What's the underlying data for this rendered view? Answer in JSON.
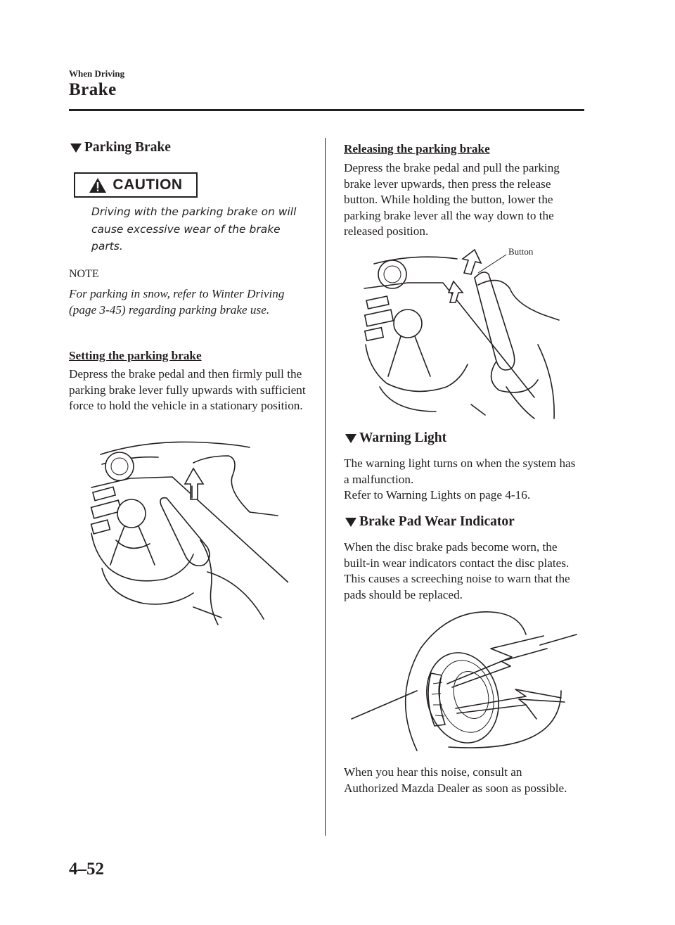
{
  "header": {
    "section_small": "When Driving",
    "section_big": "Brake"
  },
  "parking_brake": {
    "heading": "Parking Brake",
    "caution_label": "CAUTION",
    "caution_text": "Driving with the parking brake on will cause excessive wear of the brake parts.",
    "note_label": "NOTE",
    "note_text": "For parking in snow, refer to Winter Driving (page 3-45) regarding parking brake use.",
    "setting_heading": "Setting the parking brake",
    "setting_text": "Depress the brake pedal and then firmly pull the parking brake lever fully upwards with sufficient force to hold the vehicle in a stationary position.",
    "releasing_heading": "Releasing the parking brake",
    "releasing_text": "Depress the brake pedal and pull the parking brake lever upwards, then press the release button. While holding the button, lower the parking brake lever all the way down to the released position.",
    "button_label": "Button"
  },
  "warning_light": {
    "heading": "Warning Light",
    "text_1": "The warning light turns on when the system has a malfunction.",
    "text_2": "Refer to Warning Lights on page 4-16."
  },
  "brake_pad": {
    "heading": "Brake Pad Wear Indicator",
    "text": "When the disc brake pads become worn, the built-in wear indicators contact the disc plates. This causes a screeching noise to warn that the pads should be replaced.",
    "closing_text": "When you hear this noise, consult an Authorized Mazda Dealer as soon as possible."
  },
  "footer": {
    "page_number": "4–52"
  },
  "icons": {
    "heading_marker": "triangle-down-icon",
    "caution_symbol": "warning-triangle-icon"
  }
}
